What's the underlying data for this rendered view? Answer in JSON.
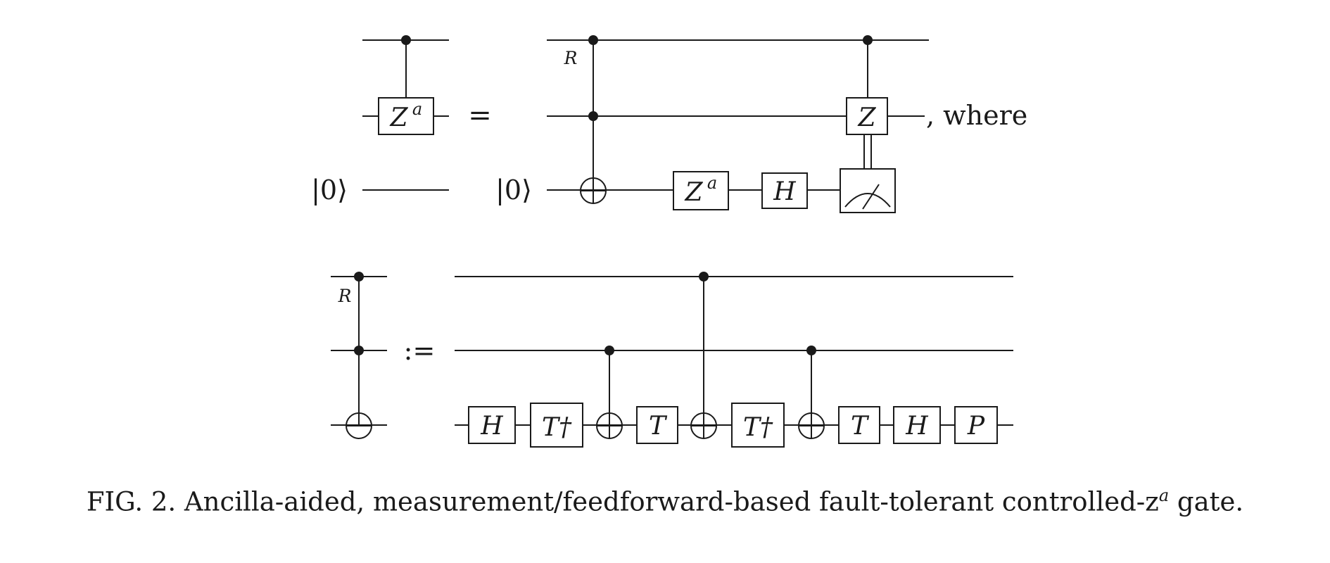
{
  "circuit1": {
    "lhs_gate": "Z",
    "lhs_gate_sup": "a",
    "ket_left": "|0⟩",
    "equals": "=",
    "ket_right": "|0⟩",
    "r_label": "R",
    "gate_za": "Z",
    "gate_za_sup": "a",
    "gate_h": "H",
    "gate_z": "Z",
    "where_text": ", where"
  },
  "circuit2": {
    "r_label": "R",
    "defeq": ":=",
    "gates": [
      "H",
      "T†",
      "T",
      "T†",
      "T",
      "H",
      "P"
    ]
  },
  "caption": {
    "prefix": "FIG. 2.  Ancilla-aided, measurement/feedforward-based fault-tolerant controlled-z",
    "sup": "a",
    "suffix": " gate."
  }
}
